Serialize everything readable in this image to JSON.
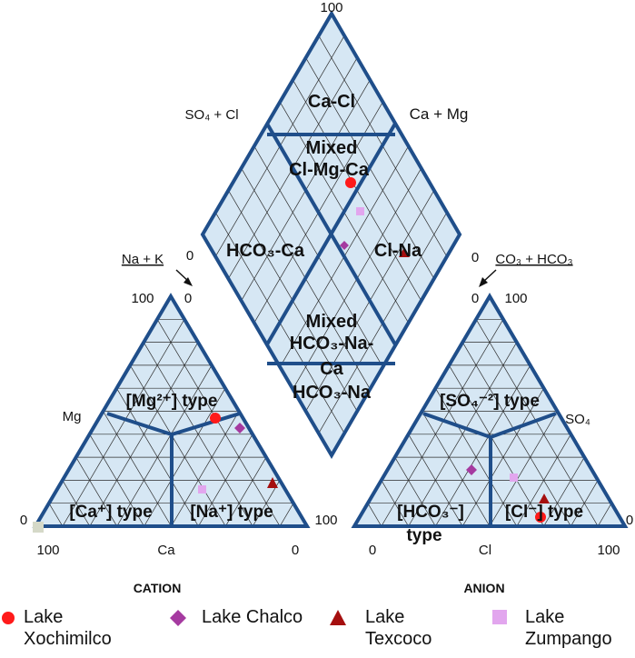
{
  "diagram": {
    "type": "piper",
    "colors": {
      "fill": "#d6e7f4",
      "frame": "#1f4e8a",
      "grid": "#2c2c2c",
      "xochimilco": "#ff1a1a",
      "chalco": "#a53aa0",
      "texcoco": "#a50f0f",
      "zumpango": "#e2a6ee",
      "origin_box": "#d5d9c8"
    },
    "diamond": {
      "top_value": "100",
      "left_zero": "0",
      "right_zero": "0",
      "left_axis_label": "SO₄ + Cl",
      "right_axis_label": "Ca + Mg",
      "zones": {
        "top": "Ca-Cl",
        "mixed_cl_line1": "Mixed",
        "mixed_cl_line2": "Cl-Mg-Ca",
        "left": "HCO₃-Ca",
        "right": "Cl-Na",
        "mixed_hco3_line1": "Mixed",
        "mixed_hco3_line2": "HCO₃-Na-",
        "mixed_hco3_line3": "Ca",
        "bottom": "HCO₃-Na"
      }
    },
    "cation": {
      "title": "CATION",
      "pointer_label": "Na + K",
      "apex_value": "100",
      "apex_zero": "0",
      "left_axis_label": "Mg",
      "bottom_axis_label": "Ca",
      "bottom_left_value": "100",
      "bottom_right_value": "0",
      "left_base_value": "0",
      "right_base_value": "100",
      "zones": {
        "mg": "[Mg²⁺] type",
        "ca": "[Ca⁺] type",
        "na": "[Na⁺] type"
      }
    },
    "anion": {
      "title": "ANION",
      "pointer_label": "CO₃ + HCO₃",
      "apex_value": "100",
      "apex_zero": "0",
      "right_axis_label": "SO₄",
      "bottom_axis_label": "Cl",
      "bottom_left_value": "0",
      "bottom_right_value": "100",
      "right_base_value": "0",
      "zones": {
        "so4": "[SO₄⁻²] type",
        "hco3_line1": "[HCO₃⁻]",
        "hco3_line2": "type",
        "cl": "[Cl⁻] type"
      }
    }
  },
  "legend": [
    {
      "name": "Lake Xochimilco",
      "line1": "Lake",
      "line2": "Xochimilco",
      "marker": "circle",
      "color": "#ff1a1a"
    },
    {
      "name": "Lake Chalco",
      "line1": "Lake Chalco",
      "line2": "",
      "marker": "diamond",
      "color": "#a53aa0"
    },
    {
      "name": "Lake Texcoco",
      "line1": "Lake",
      "line2": "Texcoco",
      "marker": "triangle",
      "color": "#a50f0f"
    },
    {
      "name": "Lake Zumpango",
      "line1": "Lake",
      "line2": "Zumpango",
      "marker": "square",
      "color": "#e2a6ee"
    }
  ]
}
